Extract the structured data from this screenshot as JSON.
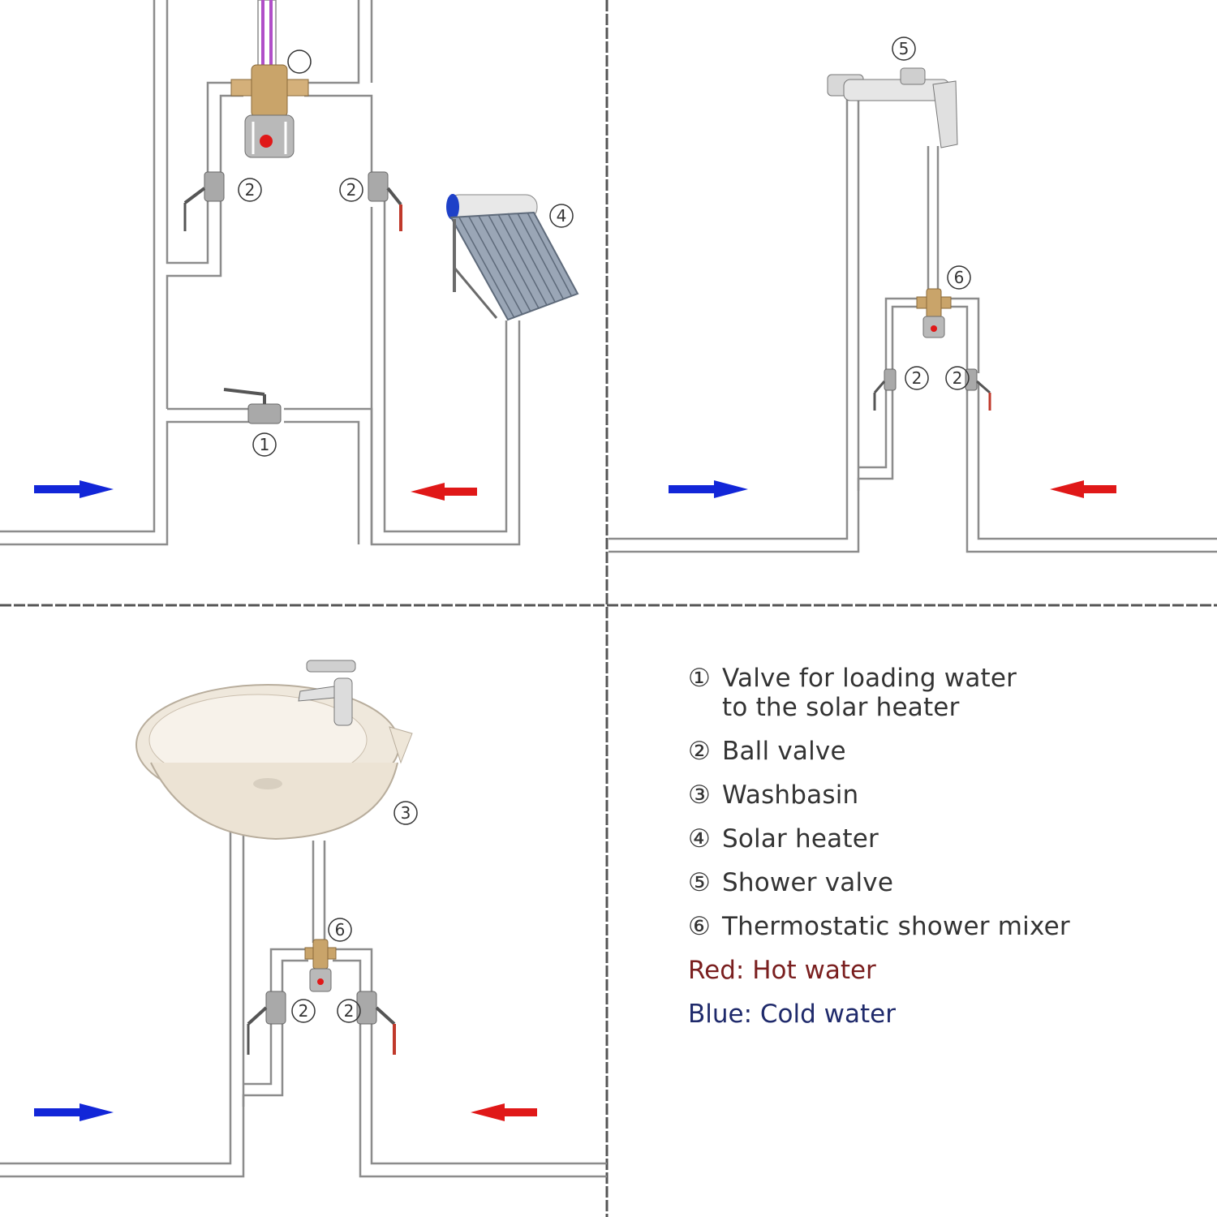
{
  "callouts": {
    "c1": "①",
    "c2": "②",
    "c3": "③",
    "c4": "④",
    "c5": "⑤",
    "c6": "⑥"
  },
  "legend": {
    "items": [
      {
        "number": "①",
        "text": "Valve for loading water\n to the solar heater"
      },
      {
        "number": "②",
        "text": "Ball valve"
      },
      {
        "number": "③",
        "text": "Washbasin"
      },
      {
        "number": "④",
        "text": "Solar heater"
      },
      {
        "number": "⑤",
        "text": "Shower valve"
      },
      {
        "number": "⑥",
        "text": "Thermostatic shower mixer"
      }
    ],
    "hot_key": "Red:  Hot water",
    "cold_key": "Blue: Cold water"
  },
  "colors": {
    "hot": "#e01818",
    "cold": "#1226d8",
    "pipe": "#8c8c8c",
    "brass": "#c9a46a",
    "panel_divider": "#555555"
  }
}
